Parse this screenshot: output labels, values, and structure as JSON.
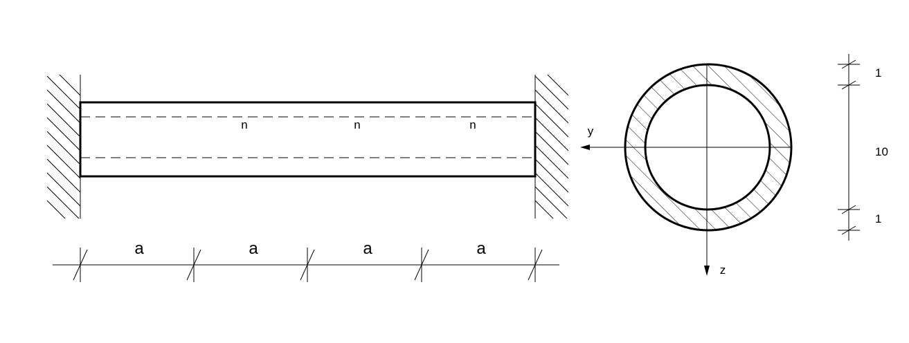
{
  "beam": {
    "marks": [
      "n",
      "n",
      "n"
    ],
    "segments": [
      "a",
      "a",
      "a",
      "a"
    ]
  },
  "section": {
    "axis_y": "y",
    "axis_z": "z",
    "dims": [
      "1",
      "10",
      "1"
    ]
  },
  "colors": {
    "line": "#000000",
    "background": "#ffffff"
  }
}
